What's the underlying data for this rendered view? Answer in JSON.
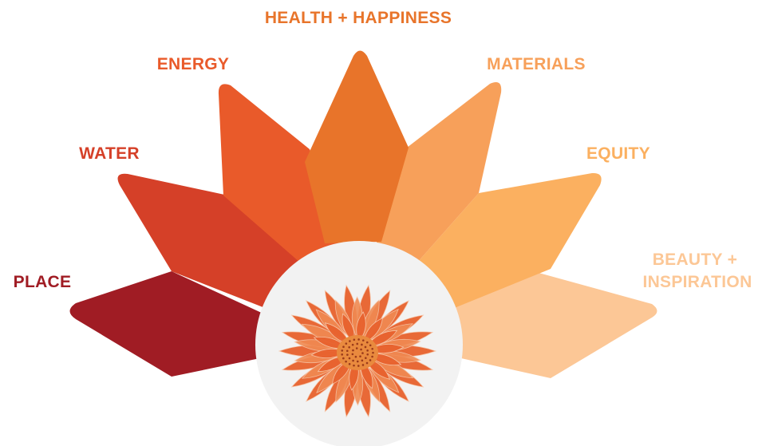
{
  "petals": [
    {
      "id": "place",
      "label_lines": [
        "PLACE"
      ],
      "color": "#a01c24"
    },
    {
      "id": "water",
      "label_lines": [
        "WATER"
      ],
      "color": "#d54028"
    },
    {
      "id": "energy",
      "label_lines": [
        "ENERGY"
      ],
      "color": "#e95a2a"
    },
    {
      "id": "health",
      "label_lines": [
        "HEALTH + HAPPINESS"
      ],
      "color": "#e8742a"
    },
    {
      "id": "materials",
      "label_lines": [
        "MATERIALS"
      ],
      "color": "#f7a05a"
    },
    {
      "id": "equity",
      "label_lines": [
        "EQUITY"
      ],
      "color": "#fbb060"
    },
    {
      "id": "beauty",
      "label_lines": [
        "BEAUTY +",
        "INSPIRATION"
      ],
      "color": "#fcc796"
    }
  ],
  "colors": {
    "center_circle": "#f2f2f2",
    "flower_petal": "#e8622e",
    "flower_petal_light": "#f08a52",
    "flower_center": "#e98a3e",
    "flower_seed": "#9a3a1a"
  }
}
